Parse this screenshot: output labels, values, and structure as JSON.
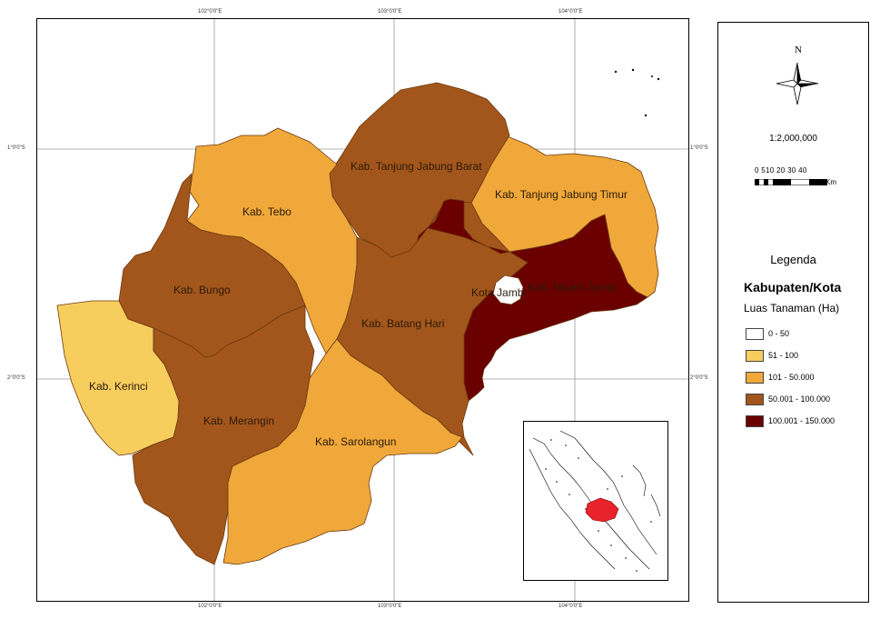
{
  "map": {
    "top_ticks": [
      "102°0'0\"E",
      "103°0'0\"E",
      "104°0'0\"E"
    ],
    "bottom_ticks": [
      "102°0'0\"E",
      "103°0'0\"E",
      "104°0'0\"E"
    ],
    "left_ticks": [
      "1°0'0\"S",
      "2°0'0\"S"
    ],
    "right_ticks": [
      "1°0'0\"S",
      "2°0'0\"S"
    ],
    "regions": {
      "tanjung_jabung_barat": {
        "label": "Kab. Tanjung Jabung Barat",
        "class": "50.001 - 100.000"
      },
      "tanjung_jabung_timur": {
        "label": "Kab. Tanjung Jabung Timur",
        "class": "101 - 50.000"
      },
      "tebo": {
        "label": "Kab. Tebo",
        "class": "101 - 50.000"
      },
      "bungo": {
        "label": "Kab. Bungo",
        "class": "50.001 - 100.000"
      },
      "kerinci": {
        "label": "Kab. Kerinci",
        "class": "51 - 100"
      },
      "merangin": {
        "label": "Kab. Merangin",
        "class": "50.001 - 100.000"
      },
      "sarolangun": {
        "label": "Kab. Sarolangun",
        "class": "101 - 50.000"
      },
      "batang_hari": {
        "label": "Kab. Batang Hari",
        "class": "50.001 - 100.000"
      },
      "kota_jambi": {
        "label": "Kota Jambi",
        "class": "0 - 50"
      },
      "muaro_jambi": {
        "label": "Kab. Muaro Jambi",
        "class": "100.001 - 150.000"
      }
    }
  },
  "north_arrow": {
    "letter": "N"
  },
  "scale": {
    "ratio": "1:2,000,000",
    "numbers": "0 510  20  30  40",
    "unit": "Km"
  },
  "legend": {
    "title": "Legenda",
    "subtitle": "Kabupaten/Kota",
    "sub2": "Luas Tanaman (Ha)",
    "items": [
      {
        "label": "0 - 50",
        "color": "#ffffff"
      },
      {
        "label": "51 - 100",
        "color": "#f7cd5e"
      },
      {
        "label": "101 - 50.000",
        "color": "#f0a83a"
      },
      {
        "label": "50.001 - 100.000",
        "color": "#a3561b"
      },
      {
        "label": "100.001 - 150.000",
        "color": "#6b0000"
      }
    ]
  },
  "colors": {
    "class_0_50": "#ffffff",
    "class_51_100": "#f7cd5e",
    "class_101_50000": "#f0a83a",
    "class_50001_100000": "#a3561b",
    "class_100001_150000": "#6b0000",
    "inset_highlight": "#e8242a"
  }
}
